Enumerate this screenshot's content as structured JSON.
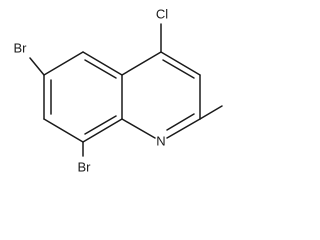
{
  "structure": {
    "labels": {
      "chloro": "Cl",
      "bromo_upper": "Br",
      "bromo_lower": "Br",
      "ring_nitrogen": "N"
    }
  }
}
